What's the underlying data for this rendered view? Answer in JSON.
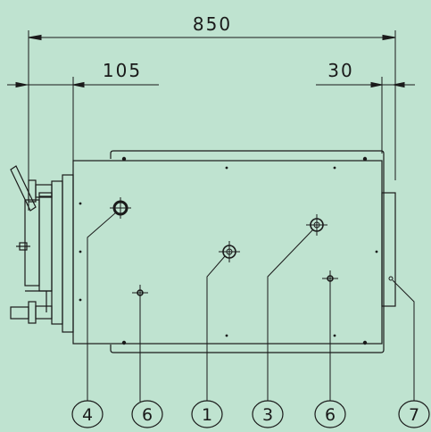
{
  "dimensions": {
    "overall": "850",
    "left_offset": "105",
    "right_offset": "30"
  },
  "callouts": [
    "4",
    "6",
    "1",
    "3",
    "6",
    "7"
  ],
  "colors": {
    "background": "#bfe3d0",
    "line": "#1a1a1a"
  }
}
